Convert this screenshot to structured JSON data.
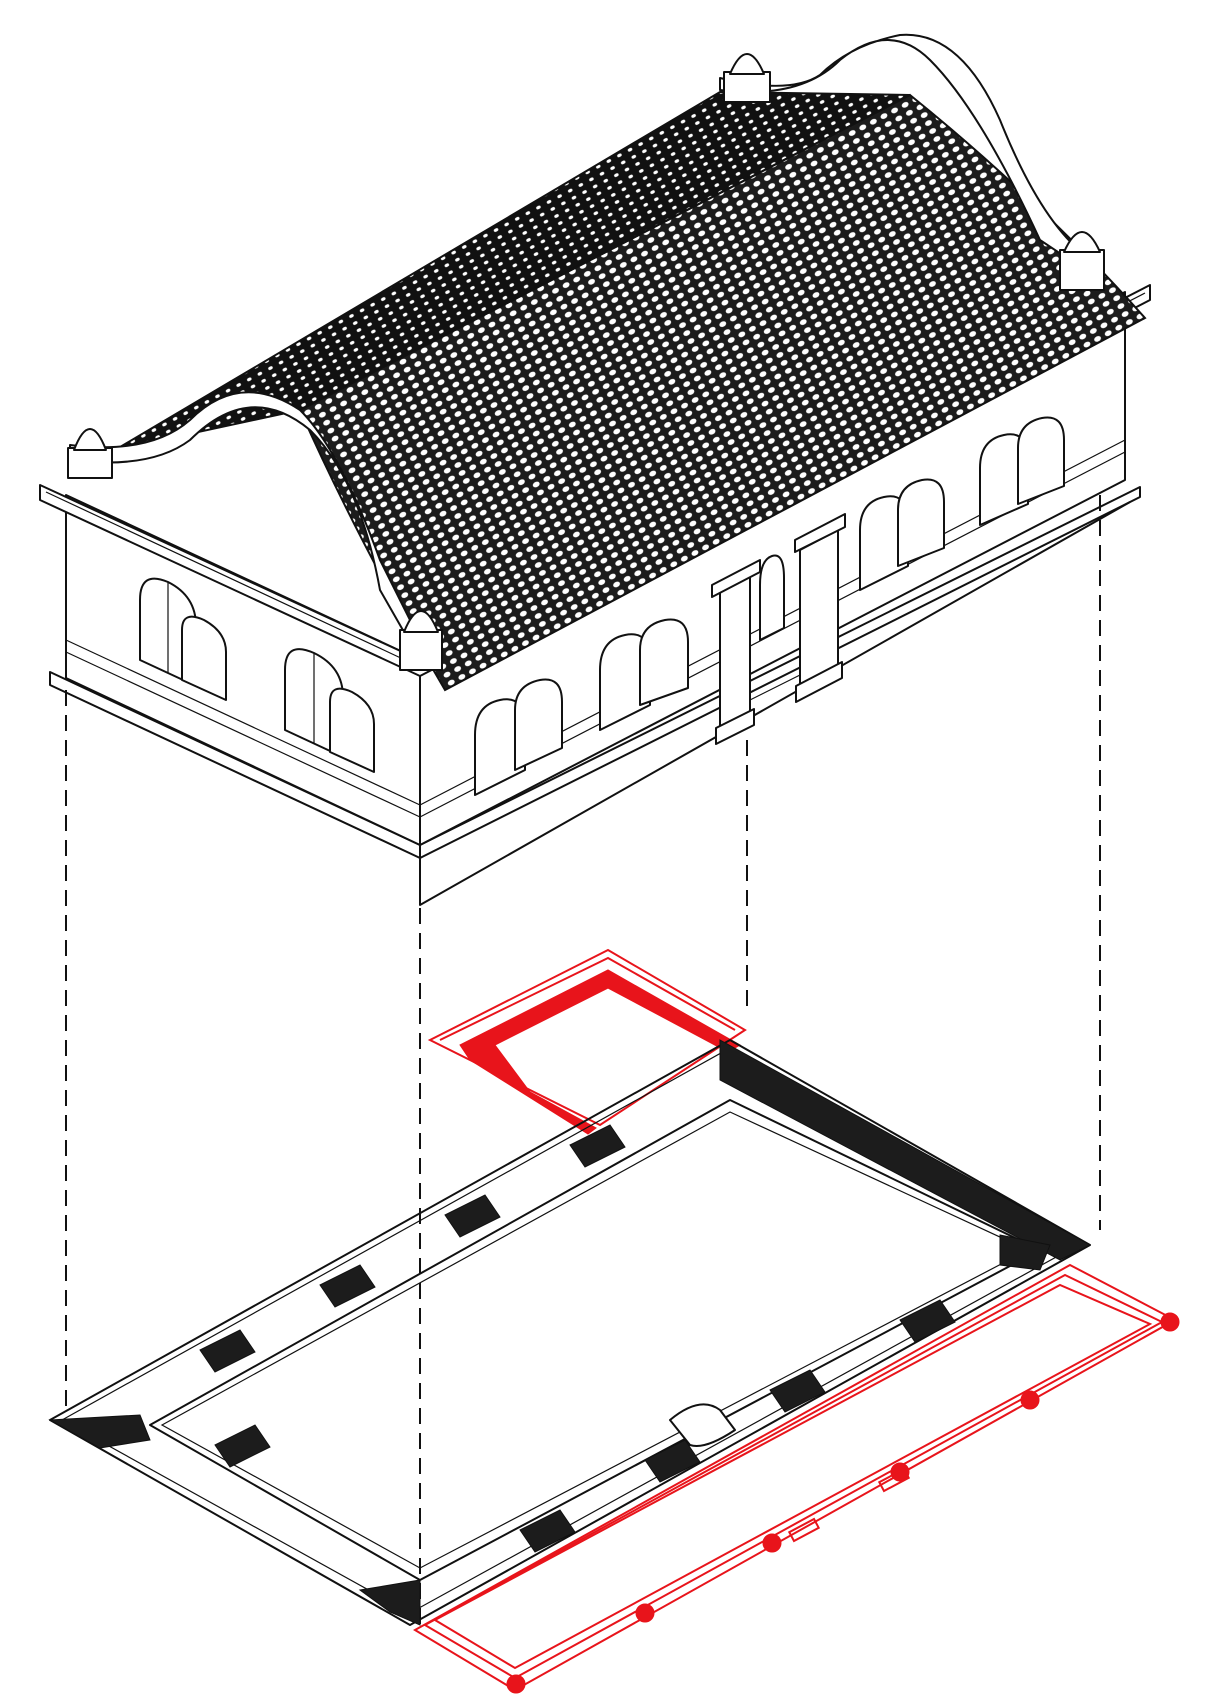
{
  "figure": {
    "kind": "exploded isometric drawing",
    "components": [
      "roof",
      "gable-walls",
      "facade",
      "arched-windows",
      "entrance-portico",
      "floor-plan",
      "projection-lines"
    ],
    "colors": {
      "linework": "#111111",
      "background": "#ffffff",
      "highlight": "#e8141b",
      "roof_tile_dark": "#1c1c1c",
      "roof_tile_light": "#ffffff"
    },
    "text_labels": []
  }
}
